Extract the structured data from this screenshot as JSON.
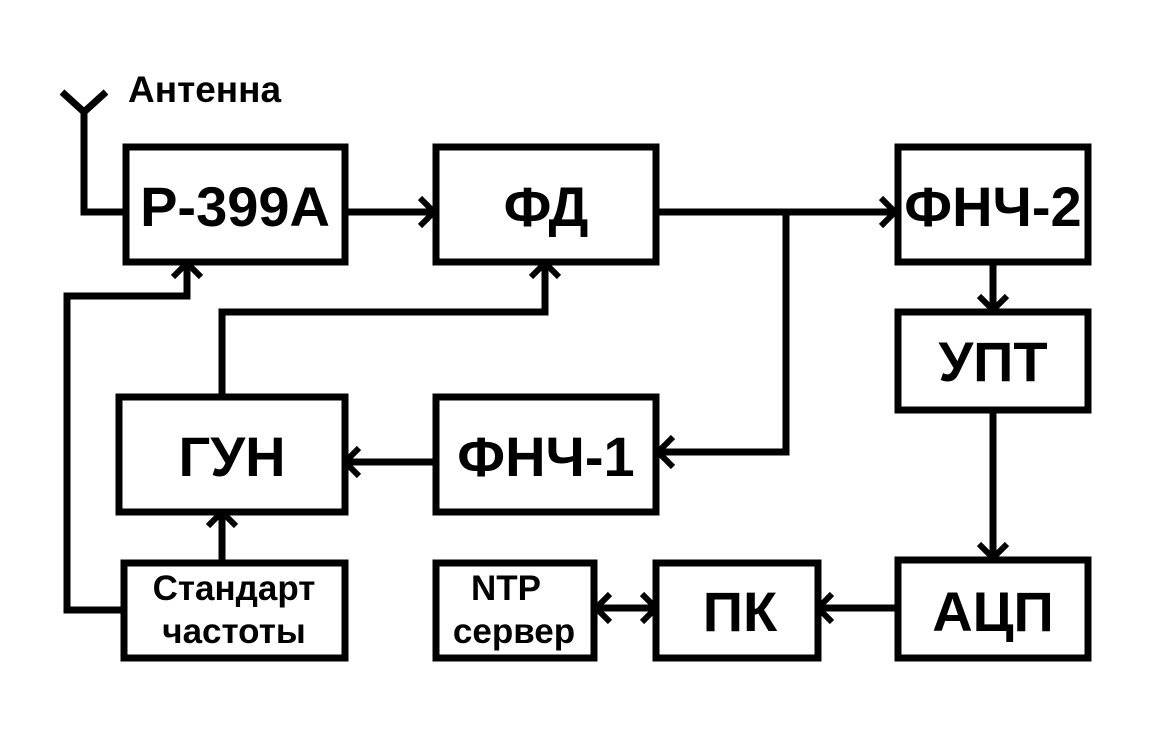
{
  "antenna_label": "Антенна",
  "blocks": {
    "receiver": "Р-399А",
    "phase_detector": "ФД",
    "lpf2": "ФНЧ-2",
    "dc_amp": "УПТ",
    "vco": "ГУН",
    "lpf1": "ФНЧ-1",
    "freq_standard_line1": "Стандарт",
    "freq_standard_line2": "частоты",
    "ntp_line1": "NTP",
    "ntp_line2": "сервер",
    "pc": "ПК",
    "adc": "АЦП"
  },
  "colors": {
    "stroke": "#000000",
    "background": "#ffffff"
  }
}
